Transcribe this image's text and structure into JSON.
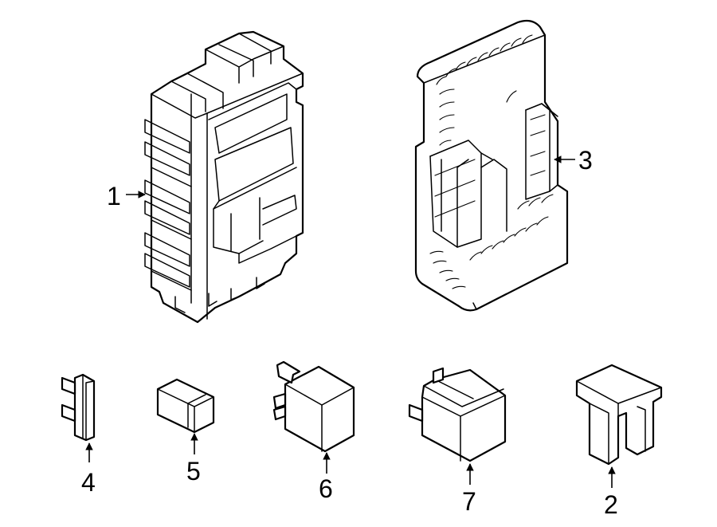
{
  "callouts": {
    "part_1": "1",
    "part_2": "2",
    "part_3": "3",
    "part_4": "4",
    "part_5": "5",
    "part_6": "6",
    "part_7": "7"
  },
  "colors": {
    "line": "#000000",
    "background": "#ffffff"
  }
}
